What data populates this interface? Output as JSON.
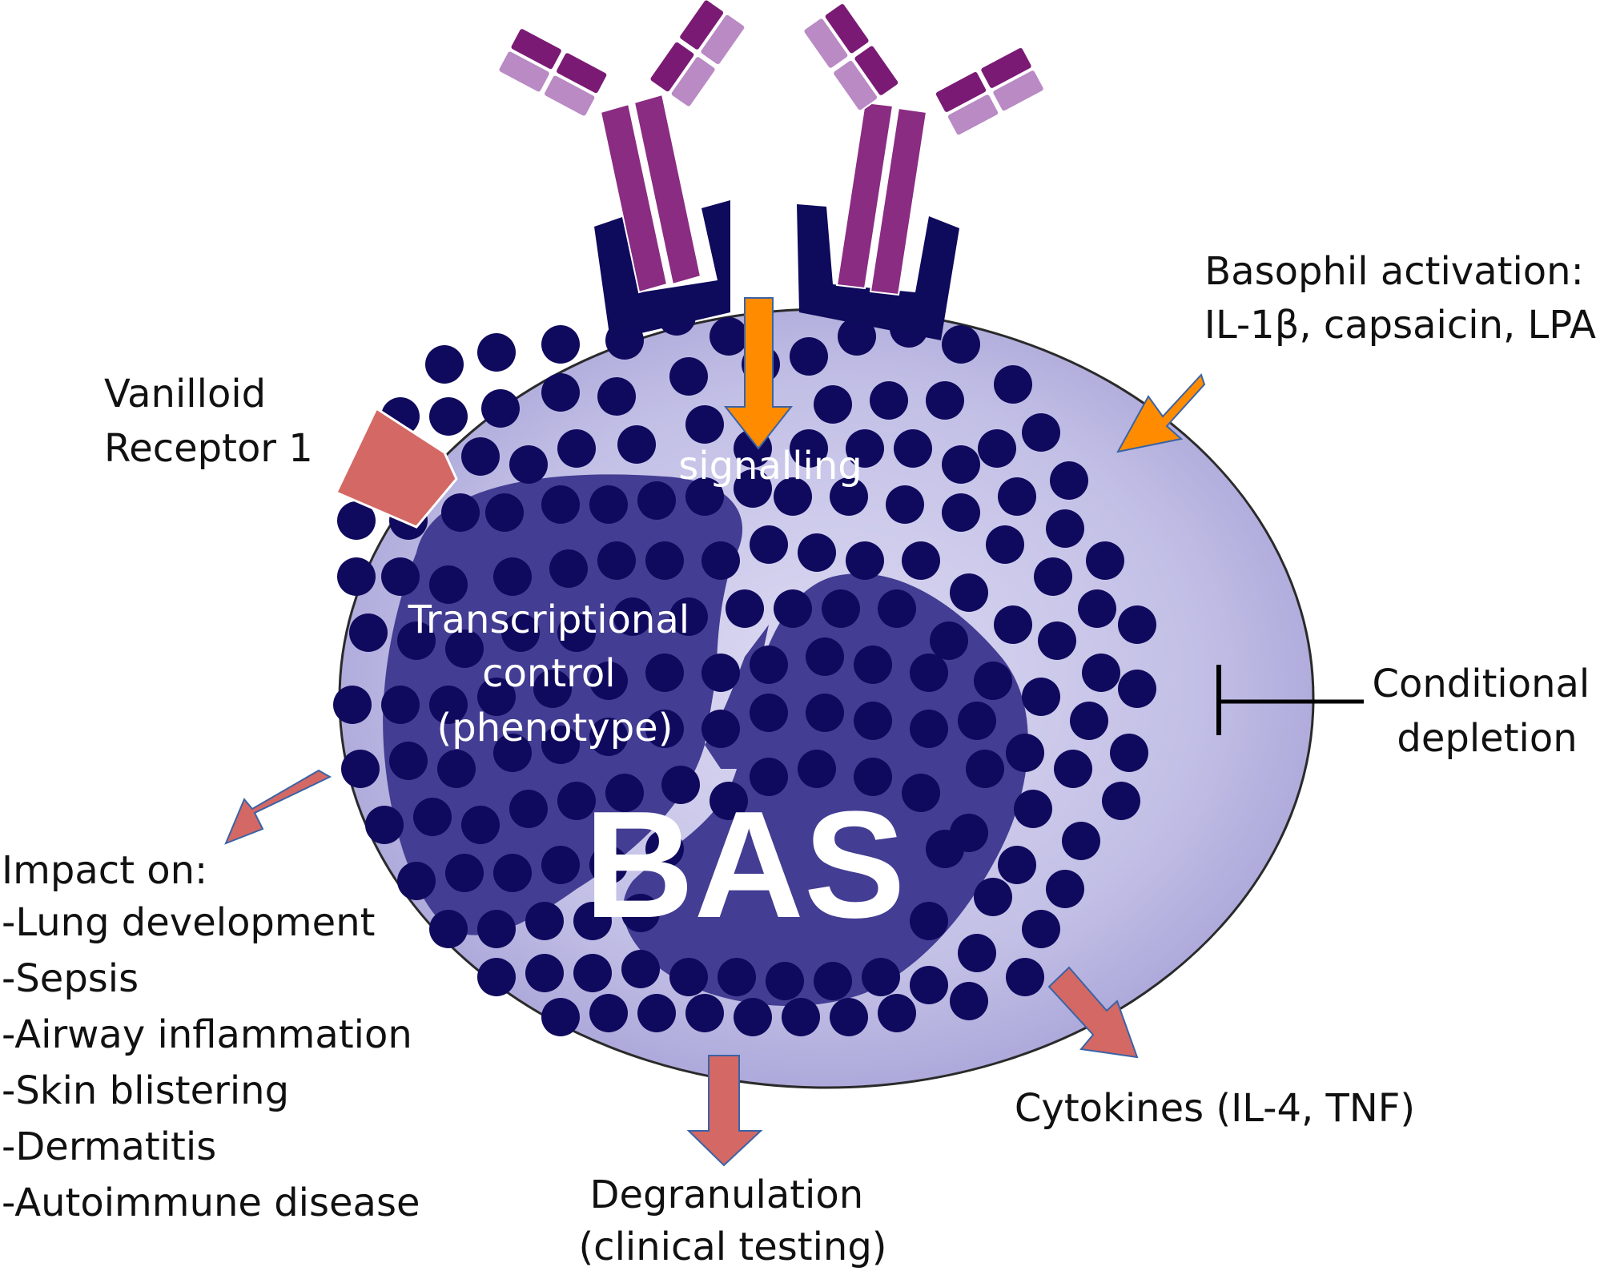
{
  "cell": {
    "name": "BAS"
  },
  "labels": {
    "signalling": "signalling",
    "transcription": [
      "Transcriptional",
      "control",
      "(phenotype)"
    ],
    "activation": [
      "Basophil activation:",
      "IL-1β, capsaicin, LPA"
    ],
    "vanilloid": [
      "Vanilloid",
      "Receptor 1"
    ],
    "depletion": [
      "Conditional",
      "depletion"
    ],
    "impact": [
      "Impact on:",
      "-Lung development",
      "-Sepsis",
      "-Airway inflammation",
      "-Skin blistering",
      "-Dermatitis",
      "-Autoimmune disease"
    ],
    "degranulation": [
      "Degranulation",
      "(clinical testing)"
    ],
    "cytokines": "Cytokines (IL-4, TNF)"
  },
  "colors": {
    "cytoplasm": "#b0addd",
    "cytoplasm_light": "#d8d6f0",
    "nucleus": "#433d93",
    "granule": "#100a5e",
    "antibody_heavy": "#8a2c82",
    "antibody_fab_dark": "#7a1a74",
    "antibody_fab_light": "#b98ac4",
    "receptor": "#0e0a5c",
    "activation_arrow": "#ff8c00",
    "output_arrow": "#d46864",
    "inhibition": "#000000"
  }
}
